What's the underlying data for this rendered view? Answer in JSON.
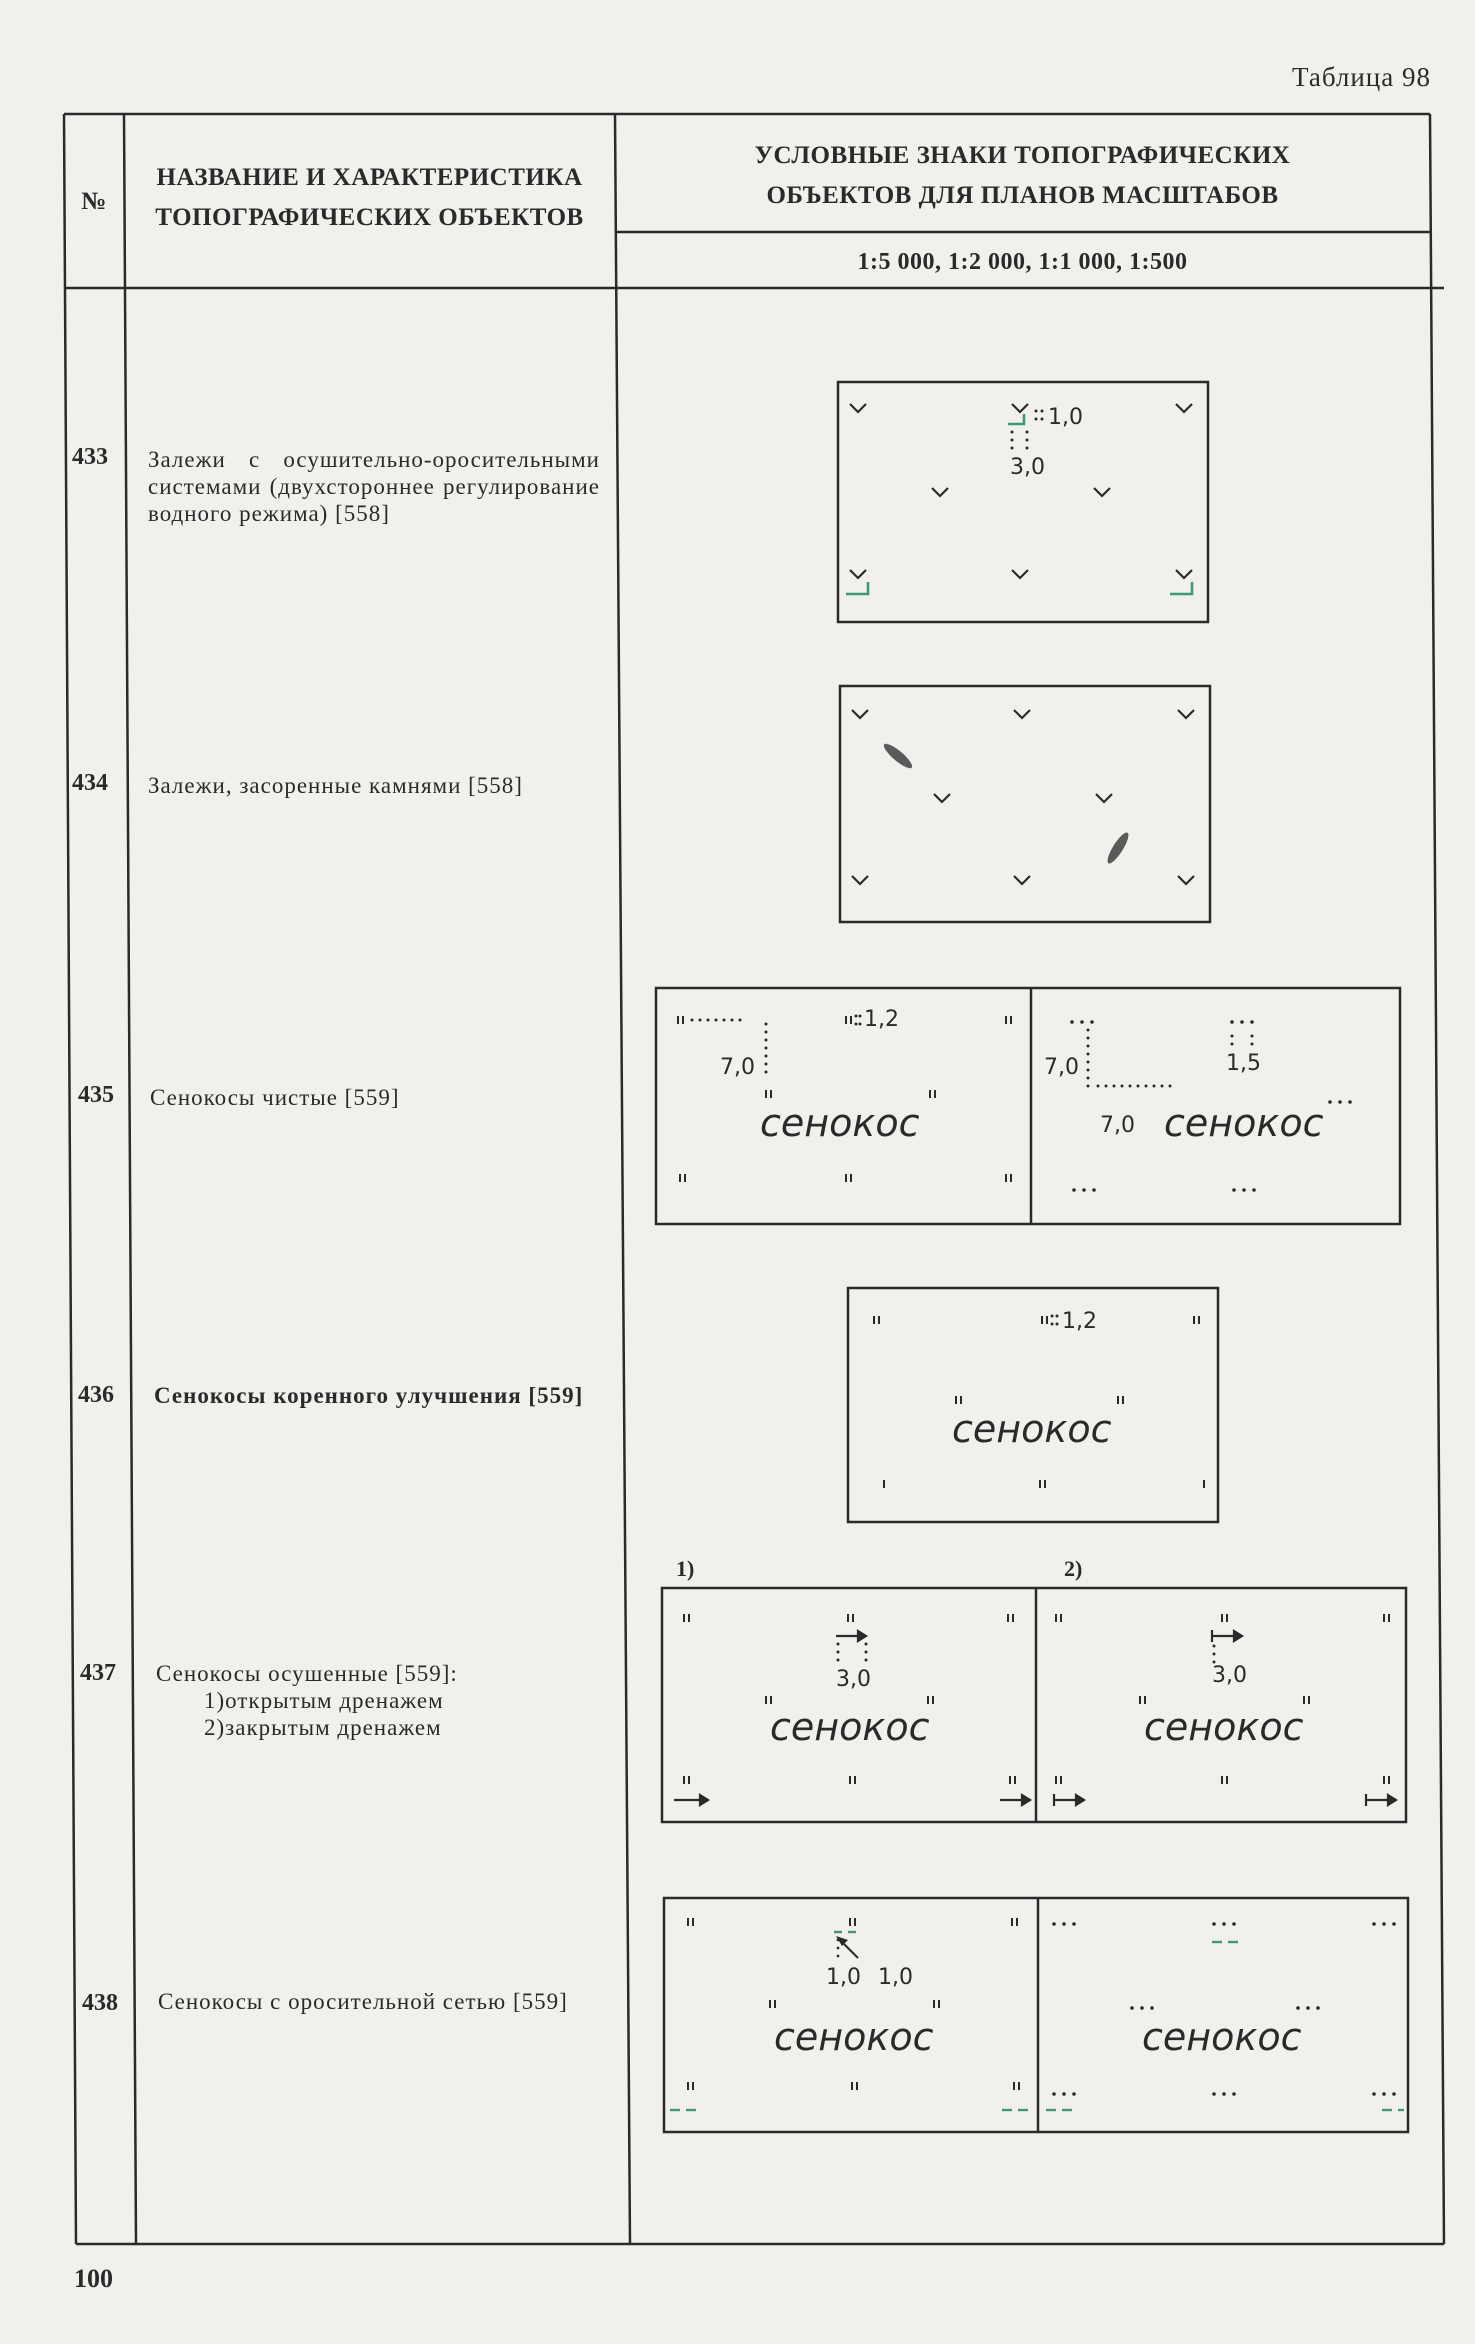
{
  "page_label": "Таблица 98",
  "header": {
    "col_num": "№",
    "col_name": [
      "НАЗВАНИЕ И ХАРАКТЕРИСТИКА",
      "ТОПОГРАФИЧЕСКИХ ОБЪЕКТОВ"
    ],
    "col_signs": [
      "УСЛОВНЫЕ ЗНАКИ ТОПОГРАФИЧЕСКИХ",
      "ОБЪЕКТОВ ДЛЯ ПЛАНОВ МАСШТАБОВ"
    ],
    "scales": "1:5 000, 1:2 000, 1:1 000, 1:500"
  },
  "rows": [
    {
      "num": "433",
      "lines": [
        "Залежи с осушительно-оросительными системами (двухстороннее регулирование водного режима) [558]"
      ]
    },
    {
      "num": "434",
      "lines": [
        "Залежи, засоренные камнями [558]"
      ]
    },
    {
      "num": "435",
      "lines": [
        "Сенокосы чистые [559]"
      ]
    },
    {
      "num": "436",
      "lines": [
        "Сенокосы коренного улучшения [559]"
      ]
    },
    {
      "num": "437",
      "lines": [
        "Сенокосы осушенные [559]:",
        "1)открытым дренажем",
        "2)закрытым дренажем"
      ]
    },
    {
      "num": "438",
      "lines": [
        "Сенокосы с оросительной сетью [559]"
      ]
    }
  ],
  "symbols": {
    "hay_label": "сенокос",
    "r433": {
      "d1": "1,0",
      "d2": "3,0"
    },
    "r435": {
      "d1": "1,2",
      "d2": "7,0",
      "d3": "7,0",
      "d4": "1,5",
      "d5": "7,0"
    },
    "r436": {
      "d1": "1,2"
    },
    "r437": {
      "p1": "1)",
      "p2": "2)",
      "d1": "3,0",
      "d2": "3,0"
    },
    "r438": {
      "d1": "1,0",
      "d2": "1,0"
    }
  },
  "page_number": "100",
  "colors": {
    "ink": "#2a2a2a",
    "green": "#3f9a72",
    "paper": "#f1f0ed"
  }
}
